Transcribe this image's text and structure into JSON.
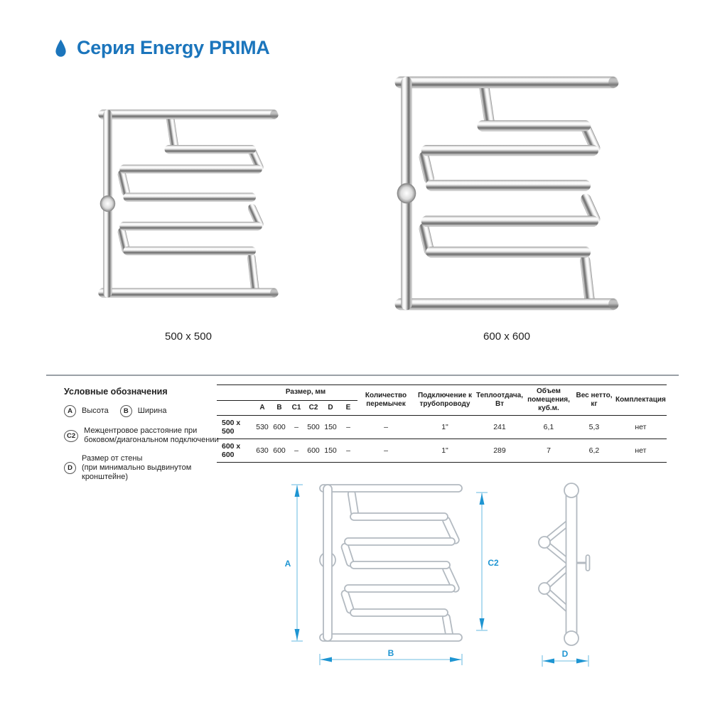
{
  "theme": {
    "accent": "#1b75bc",
    "dim-line": "#9fd4ec",
    "dim-accent": "#1e95d2",
    "draw-gray": "#b3bac1",
    "rule-gray": "#9aa0a6",
    "table-line": "#1f1f1f",
    "text-dark": "#222222"
  },
  "header": {
    "title": "Серия Energy PRIMA"
  },
  "products": [
    {
      "caption": "500 x 500"
    },
    {
      "caption": "600 x 600"
    }
  ],
  "legend": {
    "title": "Условные обозначения",
    "item_a": {
      "symbol": "A",
      "text": "Высота"
    },
    "item_b": {
      "symbol": "B",
      "text": "Ширина"
    },
    "item_c2": {
      "symbol": "C2",
      "line1": "Межцентровое расстояние при",
      "line2": "боковом/диагональном подключении"
    },
    "item_d": {
      "symbol": "D",
      "line1": "Размер от стены",
      "line2": "(при минимально выдвинутом кронштейне)"
    }
  },
  "table": {
    "size_group_header": "Размер, мм",
    "size_columns": [
      "A",
      "B",
      "C1",
      "C2",
      "D",
      "E"
    ],
    "other_columns": [
      "Количество перемычек",
      "Подключение к трубопроводу",
      "Теплоотдача, Вт",
      "Объем помещения, куб.м.",
      "Вес нетто, кг",
      "Комплектация"
    ],
    "rows": [
      {
        "name": "500 x 500",
        "sizes": [
          "530",
          "600",
          "–",
          "500",
          "150",
          "–"
        ],
        "other": [
          "–",
          "1\"",
          "241",
          "6,1",
          "5,3",
          "нет"
        ]
      },
      {
        "name": "600 x 600",
        "sizes": [
          "630",
          "600",
          "–",
          "600",
          "150",
          "–"
        ],
        "other": [
          "–",
          "1\"",
          "289",
          "7",
          "6,2",
          "нет"
        ]
      }
    ]
  },
  "diagrams": {
    "front": {
      "a_label": "A",
      "b_label": "B",
      "c2_label": "C2"
    },
    "side": {
      "d_label": "D"
    }
  }
}
